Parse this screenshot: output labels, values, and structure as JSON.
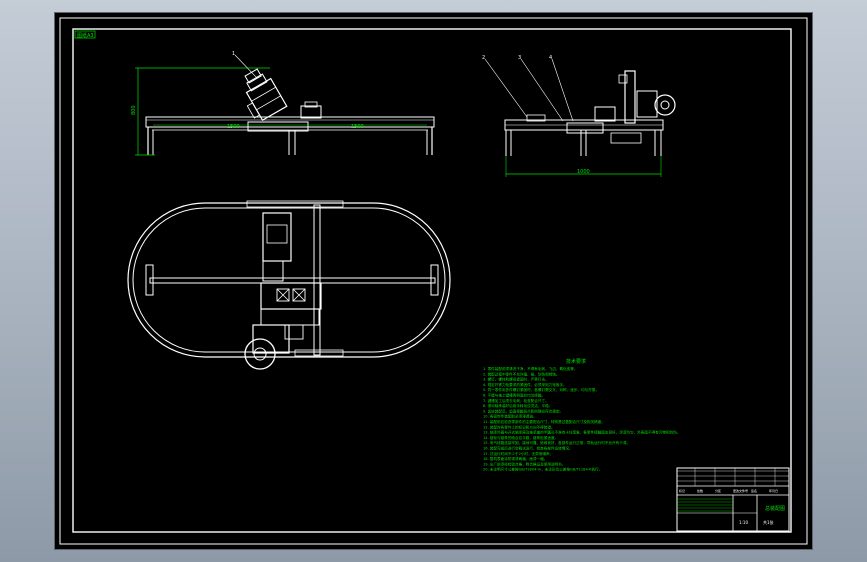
{
  "drawing": {
    "stamp_label": "图纸A3",
    "front_view_height_dim": "800",
    "front_view_span_left": "1500",
    "front_view_span_right": "1500",
    "side_view_width_dim": "1000",
    "leader_numbers_front": [
      "1"
    ],
    "leader_numbers_side": [
      "2",
      "3",
      "4"
    ]
  },
  "notes": {
    "title": "技术要求",
    "lines": [
      "1. 零件装配前须清洗干净，不得有毛刺、飞边、氧化皮等。",
      "2. 装配过程中零件不允许磕、碰、划伤和锈蚀。",
      "3. 螺钉、螺栓和螺母紧固时，严禁打击。",
      "4. 规定拧紧力矩要求的紧固件，必须采用力矩扳手。",
      "5. 同一零件用多件螺钉紧固时，各螺钉需交叉、对称、逐步、均匀拧紧。",
      "6. 平键与轴上键槽两侧面应均匀接触。",
      "7. 键槽加工后须去毛刺，检查配合尺寸。",
      "8. 滚动轴承装好后用手转动应灵活、平稳。",
      "9. 齿轮装配后，齿面接触斑点和侧隙应符合规定。",
      "10. 各密封件装配前必须浸透油。",
      "11. 装配前应检查零部件的主要配合尺寸，特别是过盈配合尺寸及相关精度。",
      "12. 装配时各零件上的标记和方向不得装错。",
      "13. 轴承外圈与开式轴承座及轴承盖的半圆孔不准有卡住现象，各零件接触面应良好，涂漆均匀，外表面不得有污物和划伤。",
      "14. 链轮与链条的啮合应平稳，链条松紧适度。",
      "15. 电气线路连接牢固，接地可靠，绝缘良好，各部件运行正常，导轨运行时不允许有卡滞。",
      "16. 装配完成后进行空载试运行，检查各部件运转情况。",
      "17. 试运行时间不少于2小时，无异常噪声。",
      "18. 整机表面涂防锈漆两遍，面漆一遍。",
      "19. 出厂前须经检验合格，附合格证及使用说明书。",
      "20. 未注明尺寸公差按GB/T1804-m，未注形位公差按GB/T1184-K执行。"
    ]
  },
  "title_block": {
    "drawing_name": "总装配图",
    "scale_label": "1:10",
    "sheet_label": "共1张",
    "rows": [
      "标记",
      "处数",
      "分区",
      "更改文件号",
      "签名",
      "年月日"
    ]
  }
}
